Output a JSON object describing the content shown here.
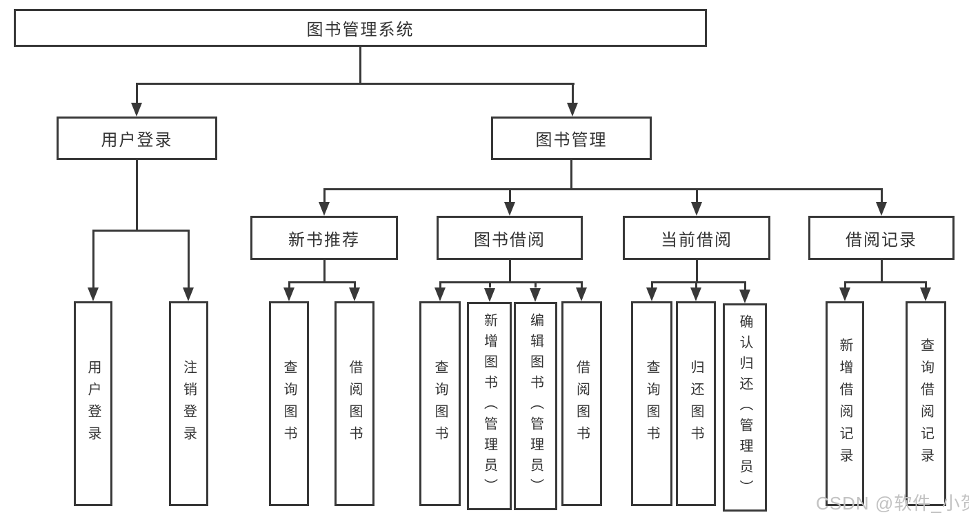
{
  "diagram": {
    "type": "hierarchy-tree",
    "nodes": {
      "root": "图书管理系统",
      "user_login": "用户登录",
      "book_mgmt": "图书管理",
      "new_book_rec": "新书推荐",
      "book_borrow": "图书借阅",
      "current_borrow": "当前借阅",
      "borrow_records": "借阅记录",
      "leaves": {
        "user_login": [
          "用户登录",
          "注销登录"
        ],
        "new_book_rec": [
          "查询图书",
          "借阅图书"
        ],
        "book_borrow": [
          "查询图书",
          "新增图书（管理员）",
          "编辑图书（管理员）",
          "借阅图书"
        ],
        "current_borrow": [
          "查询图书",
          "归还图书",
          "确认归还（管理员）"
        ],
        "borrow_records": [
          "新增借阅记录",
          "查询借阅记录"
        ]
      }
    },
    "colors": {
      "line": "#383838",
      "text": "#333333",
      "box_fill": "#ffffff",
      "background": "#ffffff",
      "watermark": "#c2c2c2"
    }
  },
  "watermark": "CSDN @软件_小贺同学"
}
